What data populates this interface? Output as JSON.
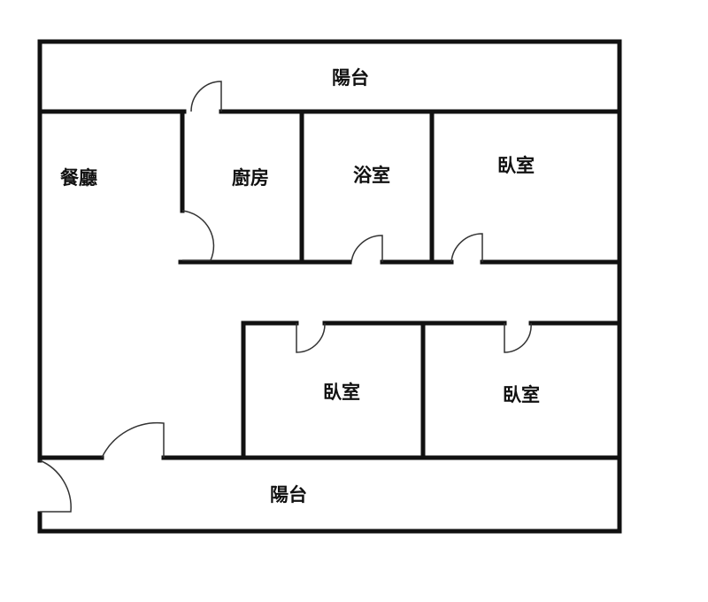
{
  "title": "Floor plan",
  "rooms": {
    "balcony_top": "陽台",
    "dining": "餐廳",
    "kitchen": "廚房",
    "bathroom": "浴室",
    "bedroom_1": "臥室",
    "bedroom_2": "臥室",
    "bedroom_3": "臥室",
    "balcony_bottom": "陽台"
  },
  "colors": {
    "wall": "#111111",
    "background": "#ffffff"
  }
}
